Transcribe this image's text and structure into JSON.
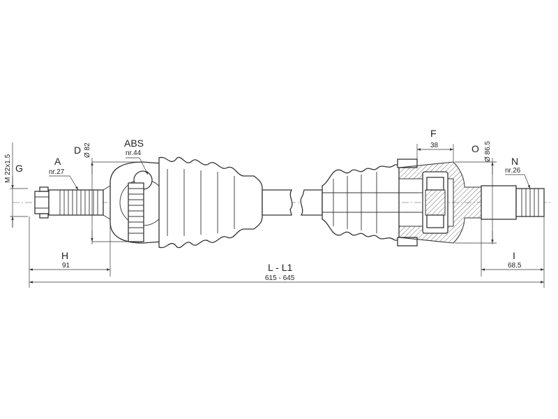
{
  "labels": {
    "g": {
      "letter": "G"
    },
    "m": {
      "value": "M 22x1.5"
    },
    "a": {
      "letter": "A",
      "note": "nr.27"
    },
    "d": {
      "letter": "D",
      "value": "Ø 82"
    },
    "abs": {
      "letter": "ABS",
      "note": "nr.44"
    },
    "f": {
      "letter": "F",
      "value": "38"
    },
    "o": {
      "letter": "O",
      "value": "Ø 86.5"
    },
    "n": {
      "letter": "N",
      "note": "nr.26"
    },
    "h": {
      "letter": "H",
      "value": "91"
    },
    "i": {
      "letter": "I",
      "value": "68.5"
    },
    "l": {
      "letter": "L - L1",
      "value": "615 - 645"
    }
  }
}
